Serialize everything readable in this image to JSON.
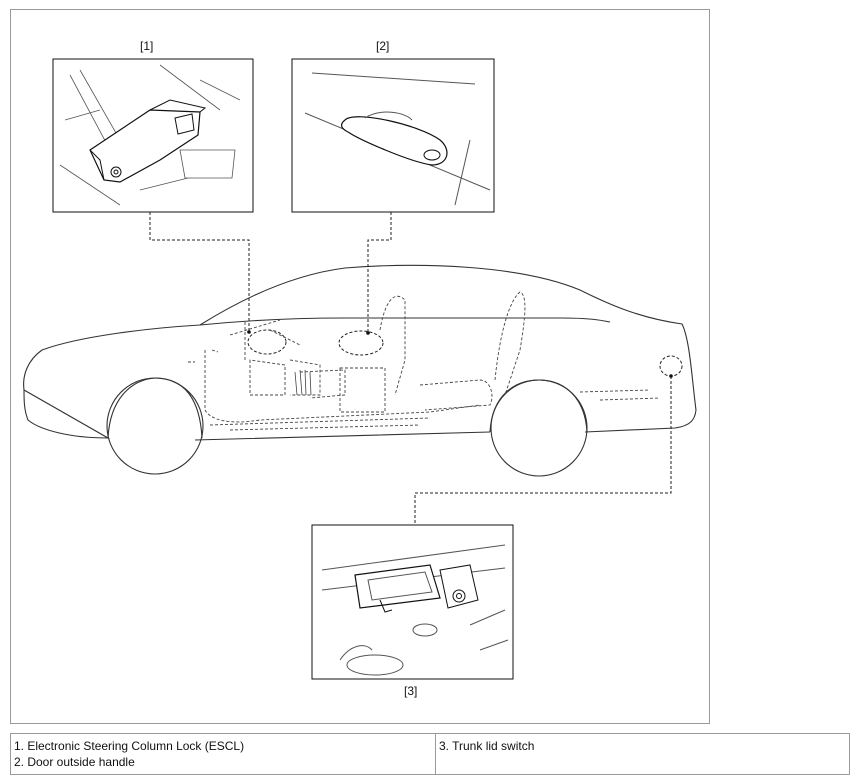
{
  "callouts": [
    {
      "id": 1,
      "label": "[1]"
    },
    {
      "id": 2,
      "label": "[2]"
    },
    {
      "id": 3,
      "label": "[3]"
    }
  ],
  "legend": {
    "column_left": [
      "1. Electronic Steering Column Lock (ESCL)",
      "2. Door outside handle"
    ],
    "column_right": [
      "3. Trunk lid switch"
    ]
  }
}
